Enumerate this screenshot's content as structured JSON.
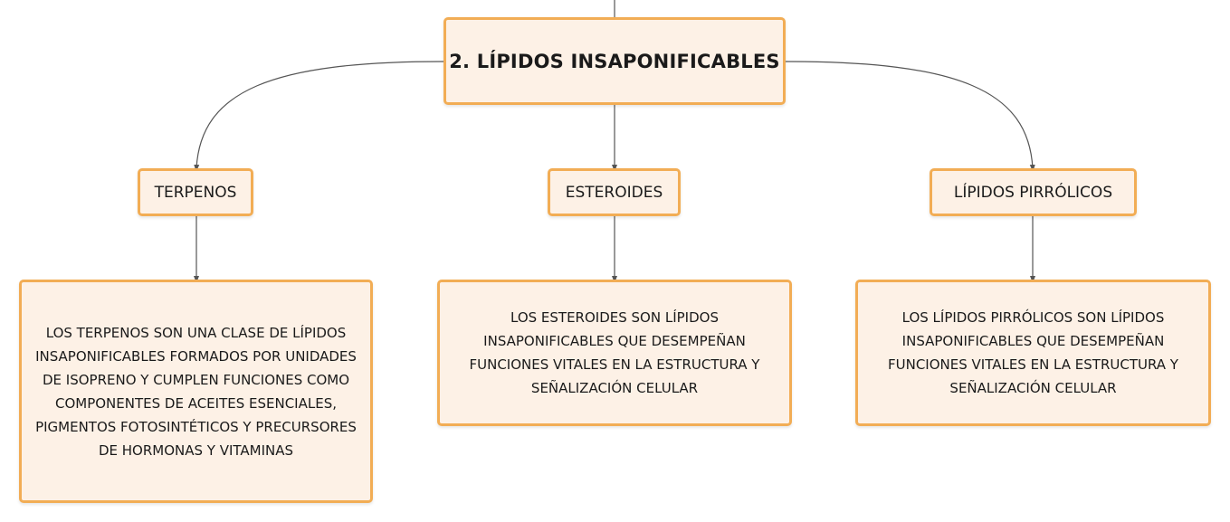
{
  "colors": {
    "node_border": "#f2ad55",
    "node_fill": "#fdf1e6",
    "connector": "#555555"
  },
  "root": {
    "title": "2. LÍPIDOS INSAPONIFICABLES"
  },
  "categories": [
    {
      "label": "TERPENOS",
      "description": "LOS TERPENOS SON UNA CLASE DE LÍPIDOS INSAPONIFICABLES FORMADOS POR UNIDADES DE ISOPRENO Y CUMPLEN FUNCIONES COMO COMPONENTES DE ACEITES ESENCIALES, PIGMENTOS FOTOSINTÉTICOS Y PRECURSORES DE HORMONAS Y VITAMINAS"
    },
    {
      "label": "ESTEROIDES",
      "description": "LOS ESTEROIDES SON LÍPIDOS INSAPONIFICABLES QUE DESEMPEÑAN FUNCIONES VITALES EN LA ESTRUCTURA Y SEÑALIZACIÓN CELULAR"
    },
    {
      "label": "LÍPIDOS PIRRÓLICOS",
      "description": "LOS LÍPIDOS PIRRÓLICOS SON LÍPIDOS INSAPONIFICABLES QUE DESEMPEÑAN FUNCIONES VITALES EN LA ESTRUCTURA Y SEÑALIZACIÓN CELULAR"
    }
  ]
}
